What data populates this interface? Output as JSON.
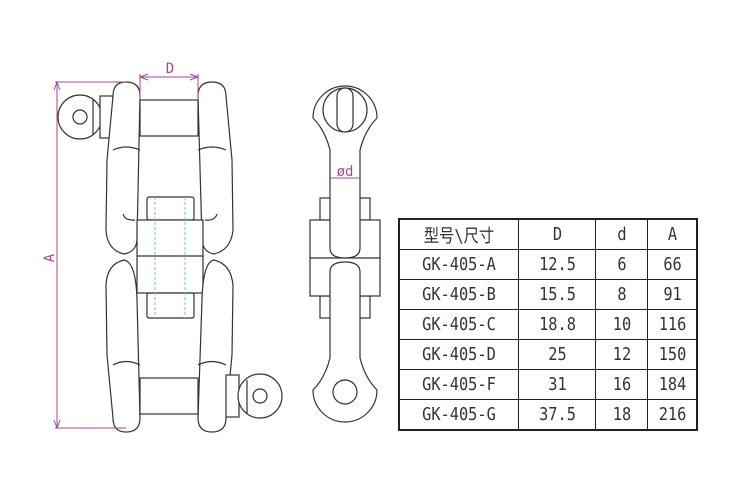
{
  "drawing": {
    "dimension_labels": {
      "overall_length": "A",
      "jaw_width": "D",
      "eye_diameter": "ød"
    },
    "colors": {
      "outline": "#333333",
      "dimension": "#a04a9a",
      "hidden_line": "#6cc4d8"
    }
  },
  "table": {
    "headers": [
      "型号\\尺寸",
      "D",
      "d",
      "A"
    ],
    "rows": [
      [
        "GK-405-A",
        "12.5",
        "6",
        "66"
      ],
      [
        "GK-405-B",
        "15.5",
        "8",
        "91"
      ],
      [
        "GK-405-C",
        "18.8",
        "10",
        "116"
      ],
      [
        "GK-405-D",
        "25",
        "12",
        "150"
      ],
      [
        "GK-405-F",
        "31",
        "16",
        "184"
      ],
      [
        "GK-405-G",
        "37.5",
        "18",
        "216"
      ]
    ]
  }
}
